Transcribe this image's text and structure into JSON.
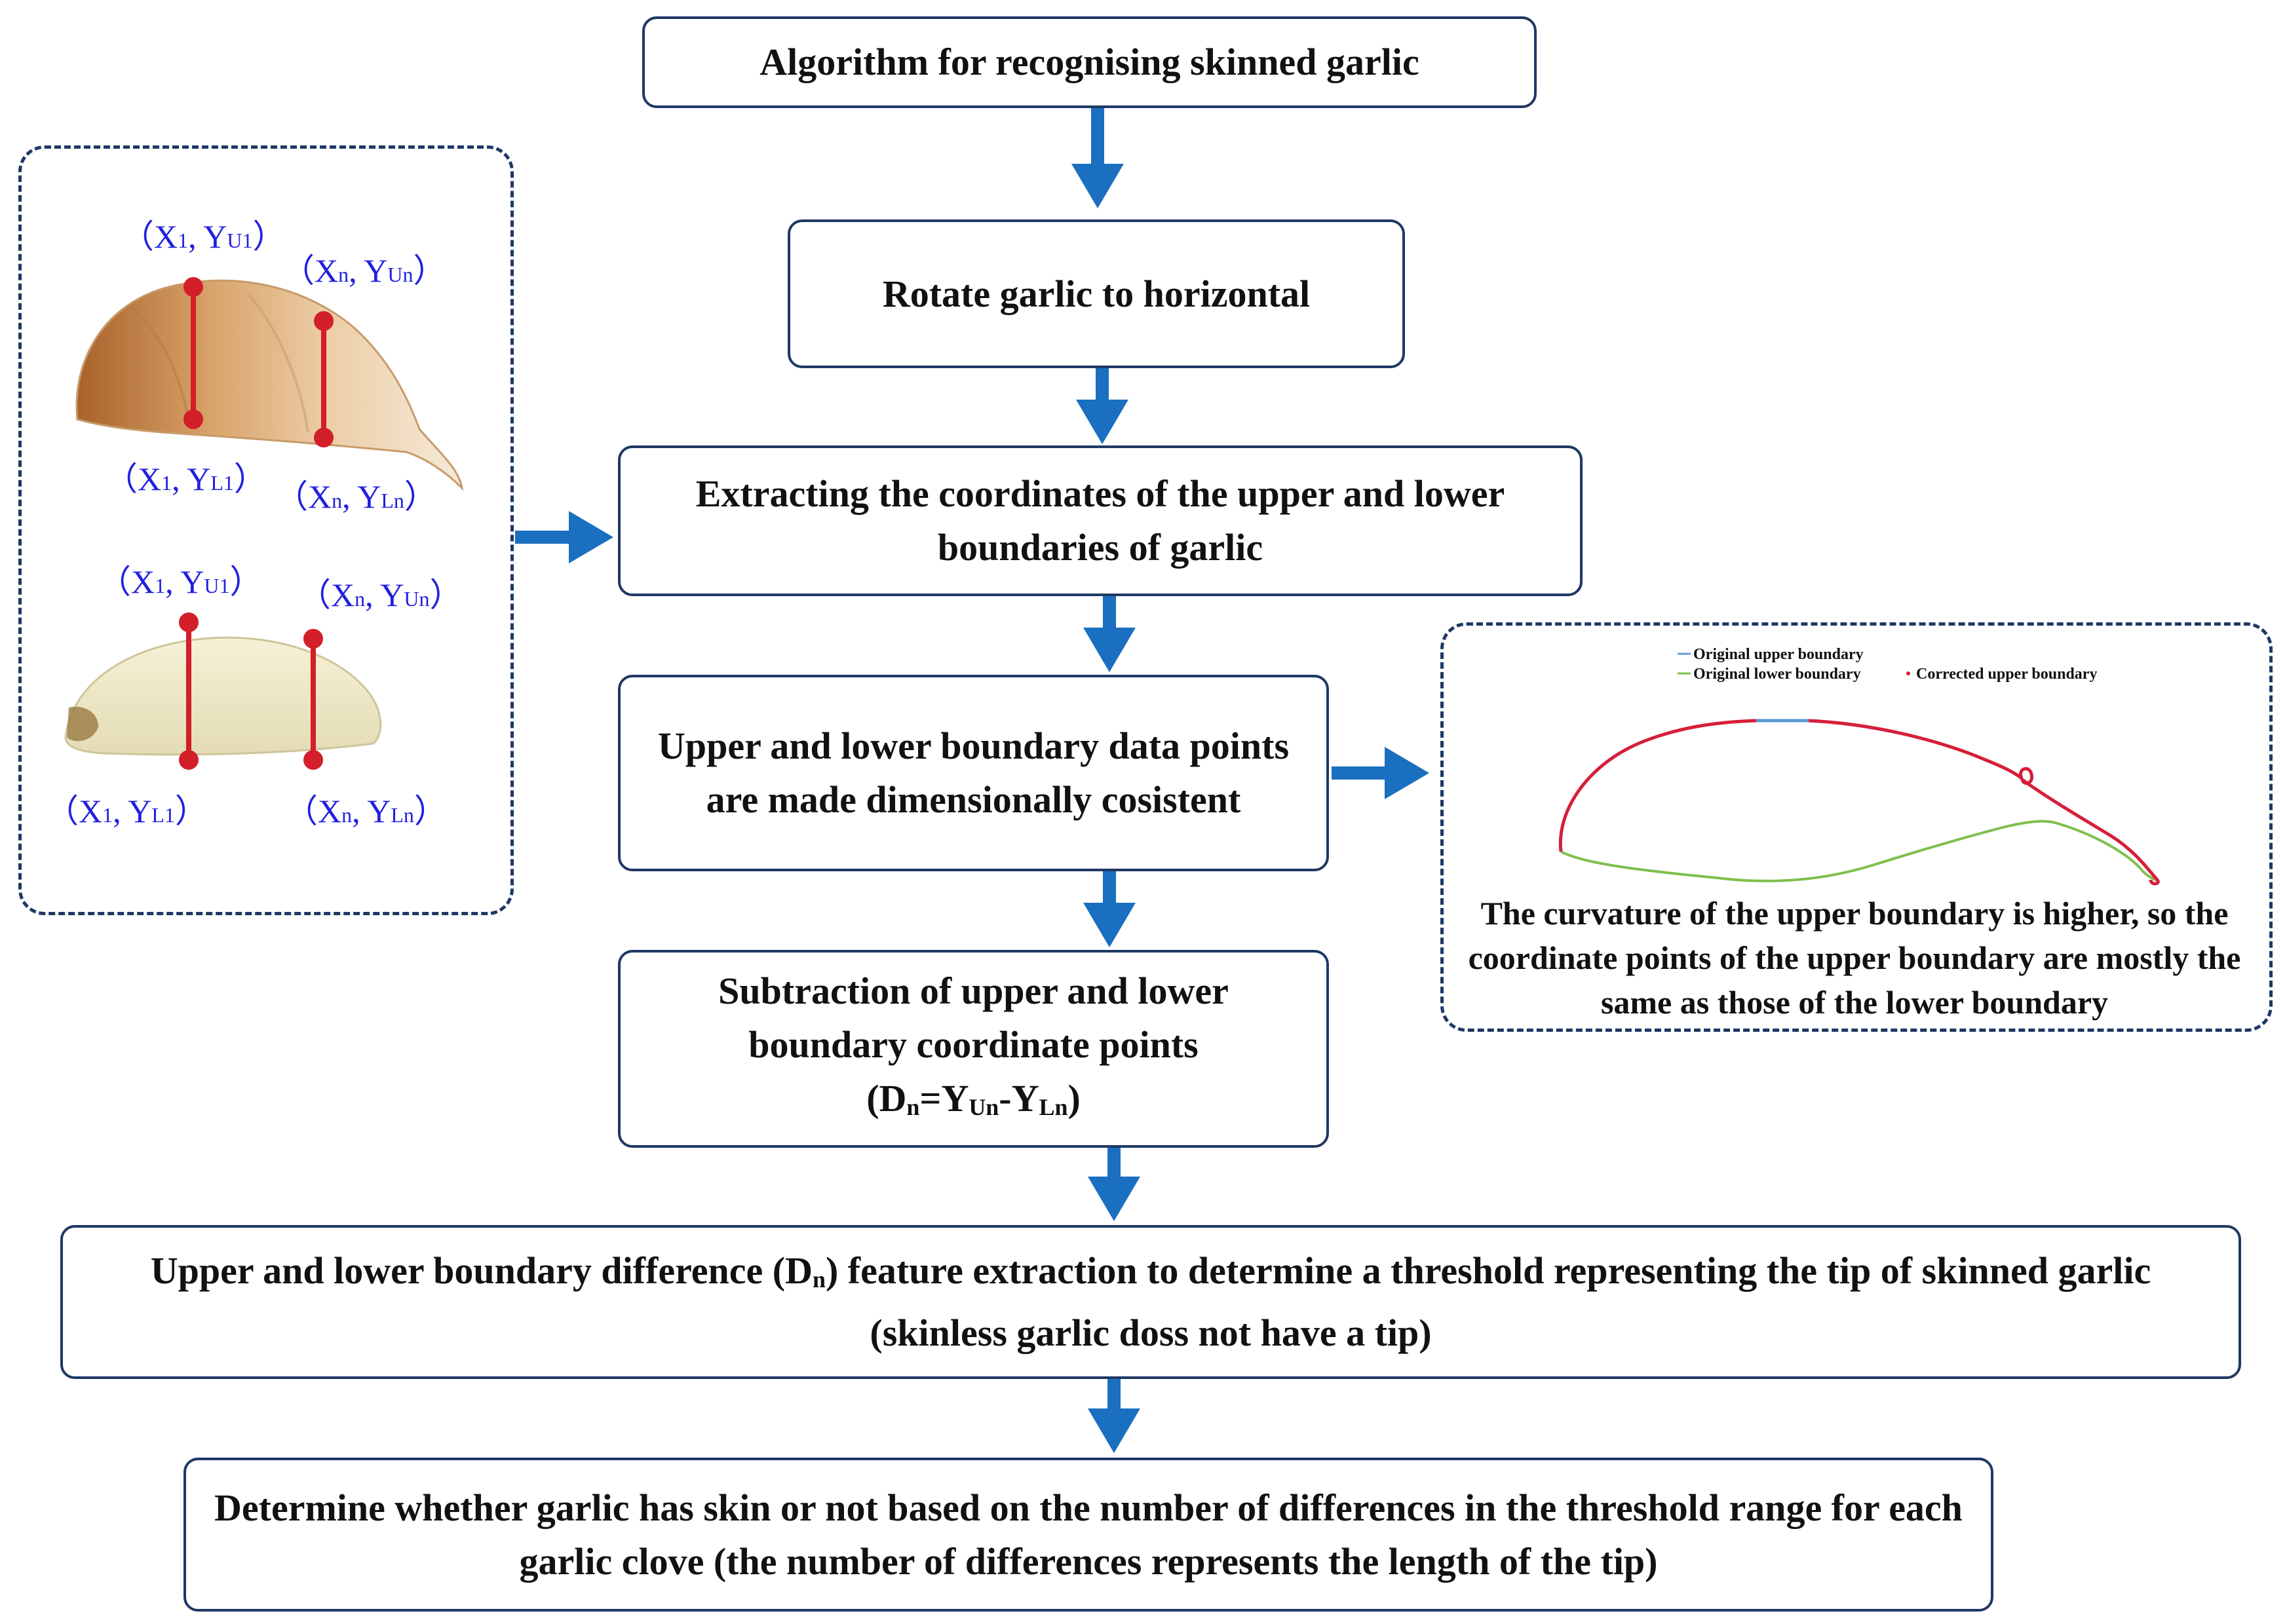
{
  "colors": {
    "box_border": "#1f3864",
    "arrow": "#1a6fc0",
    "coord_text": "#2020e0",
    "marker": "#d21f2a",
    "upper_curve": "#d61f3a",
    "lower_curve": "#7fbf4d",
    "upper_straight": "#5b9bd5"
  },
  "boxes": {
    "title": "Algorithm for recognising skinned garlic",
    "rotate": "Rotate garlic to horizontal",
    "extract": "Extracting the coordinates of the upper and lower boundaries of garlic",
    "consistent": "Upper and lower boundary data points are made dimensionally cosistent",
    "subtraction": "Subtraction of upper and lower boundary coordinate points",
    "subtraction_formula": {
      "open": "(D",
      "d_sub": "n",
      "eq": "=Y",
      "u_sub": "Un",
      "minus": "-Y",
      "l_sub": "Ln",
      "close": ")"
    },
    "feature": {
      "before": "Upper and lower boundary difference (D",
      "sub": "n",
      "after": ") feature extraction to determine a threshold representing the tip of skinned garlic (skinless garlic doss not have a tip)"
    },
    "determine": "Determine whether garlic has skin or not based on the number of differences in the threshold range for each garlic clove (the number of differences represents the length of the tip)"
  },
  "left_panel": {
    "top_upper_1": {
      "open": "（X",
      "x": "1",
      "mid": ", Y",
      "y": "U1",
      "close": "）"
    },
    "top_upper_n": {
      "open": "（X",
      "x": "n",
      "mid": ", Y",
      "y": "Un",
      "close": "）"
    },
    "top_lower_1": {
      "open": "（X",
      "x": "1",
      "mid": ", Y",
      "y": "L1",
      "close": "）"
    },
    "top_lower_n": {
      "open": "（X",
      "x": "n",
      "mid": ", Y",
      "y": "Ln",
      "close": "）"
    },
    "bot_upper_1": {
      "open": "（X",
      "x": "1",
      "mid": ", Y",
      "y": "U1",
      "close": "）"
    },
    "bot_upper_n": {
      "open": "（X",
      "x": "n",
      "mid": ", Y",
      "y": "Un",
      "close": "）"
    },
    "bot_lower_1": {
      "open": "（X",
      "x": "1",
      "mid": ", Y",
      "y": "L1",
      "close": "）"
    },
    "bot_lower_n": {
      "open": "（X",
      "x": "n",
      "mid": ", Y",
      "y": "Ln",
      "close": "）"
    }
  },
  "right_panel": {
    "legend": [
      "Original upper boundary",
      "Original lower boundary",
      "Corrected upper boundary"
    ],
    "note": "The curvature of the upper boundary is higher, so the coordinate points of the upper boundary are mostly the same as those of the lower boundary"
  }
}
